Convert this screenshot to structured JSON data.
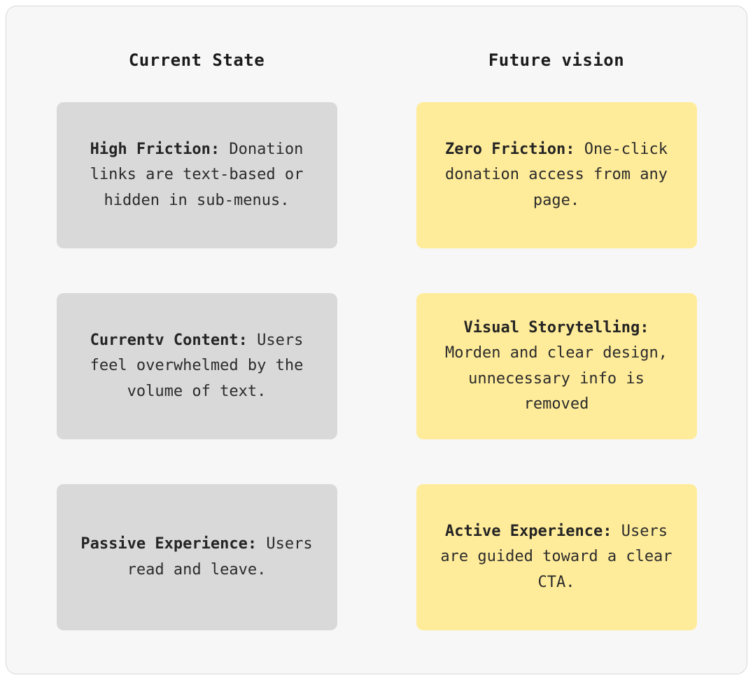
{
  "page": {
    "background_color": "#ffffff",
    "panel_background_color": "#f7f7f7",
    "panel_border_color": "#d8d8d8",
    "text_color": "#2b2b2b"
  },
  "columns": [
    {
      "header": "Current State",
      "card_color": "#d9d9d9",
      "cards": [
        {
          "title": "High Friction:",
          "body": "Donation links are text-based or hidden in sub-menus."
        },
        {
          "title": "Currentv Content:",
          "body": "Users feel overwhelmed by the volume of text."
        },
        {
          "title": "Passive Experience:",
          "body": "Users read and leave."
        }
      ]
    },
    {
      "header": "Future vision",
      "card_color": "#ffec9a",
      "cards": [
        {
          "title": "Zero Friction:",
          "body": "One-click donation access from any page."
        },
        {
          "title": "Visual Storytelling:",
          "body": "Morden and clear design, unnecessary info is removed"
        },
        {
          "title": "Active Experience:",
          "body": "Users are guided toward a clear CTA."
        }
      ]
    }
  ]
}
